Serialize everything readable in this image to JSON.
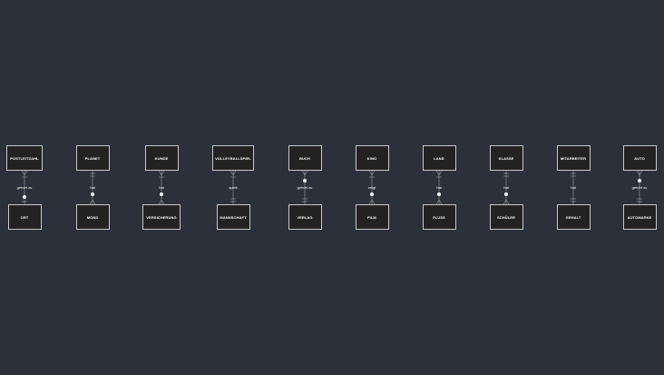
{
  "colors": {
    "background": "#2b303b",
    "entity_fill": "#222222",
    "entity_border": "#c8c8c8",
    "connector": "#9a9a9a",
    "text": "#ffffff"
  },
  "relationships": [
    {
      "top": "POSTLEITZAHL",
      "bottom": "ORT",
      "label": "gehört zu",
      "top_end": "crow-foot",
      "bottom_end": "optional-one"
    },
    {
      "top": "PLANET",
      "bottom": "MOND",
      "label": "hat",
      "top_end": "one",
      "bottom_end": "optional-many"
    },
    {
      "top": "KUNDE",
      "bottom": "VERSICHERUNG",
      "label": "hat",
      "top_end": "crow-foot",
      "bottom_end": "optional-many"
    },
    {
      "top": "VOLLEYBALLSPIEL",
      "bottom": "MANNSCHAFT",
      "label": "spielt",
      "top_end": "crow-foot",
      "bottom_end": "one"
    },
    {
      "top": "BUCH",
      "bottom": "VERLAG",
      "label": "gehört zu",
      "top_end": "optional-many",
      "bottom_end": "one"
    },
    {
      "top": "KINO",
      "bottom": "FILM",
      "label": "zeigt",
      "top_end": "crow-foot",
      "bottom_end": "optional-many"
    },
    {
      "top": "LAND",
      "bottom": "FLUSS",
      "label": "hat",
      "top_end": "crow-foot",
      "bottom_end": "optional-many"
    },
    {
      "top": "KLASSE",
      "bottom": "SCHÜLER",
      "label": "hat",
      "top_end": "one",
      "bottom_end": "optional-many"
    },
    {
      "top": "MITARBEITER",
      "bottom": "GEHALT",
      "label": "hat",
      "top_end": "one",
      "bottom_end": "one"
    },
    {
      "top": "AUTO",
      "bottom": "AUTOMARKE",
      "label": "gehört zu",
      "top_end": "optional-many",
      "bottom_end": "one"
    }
  ]
}
